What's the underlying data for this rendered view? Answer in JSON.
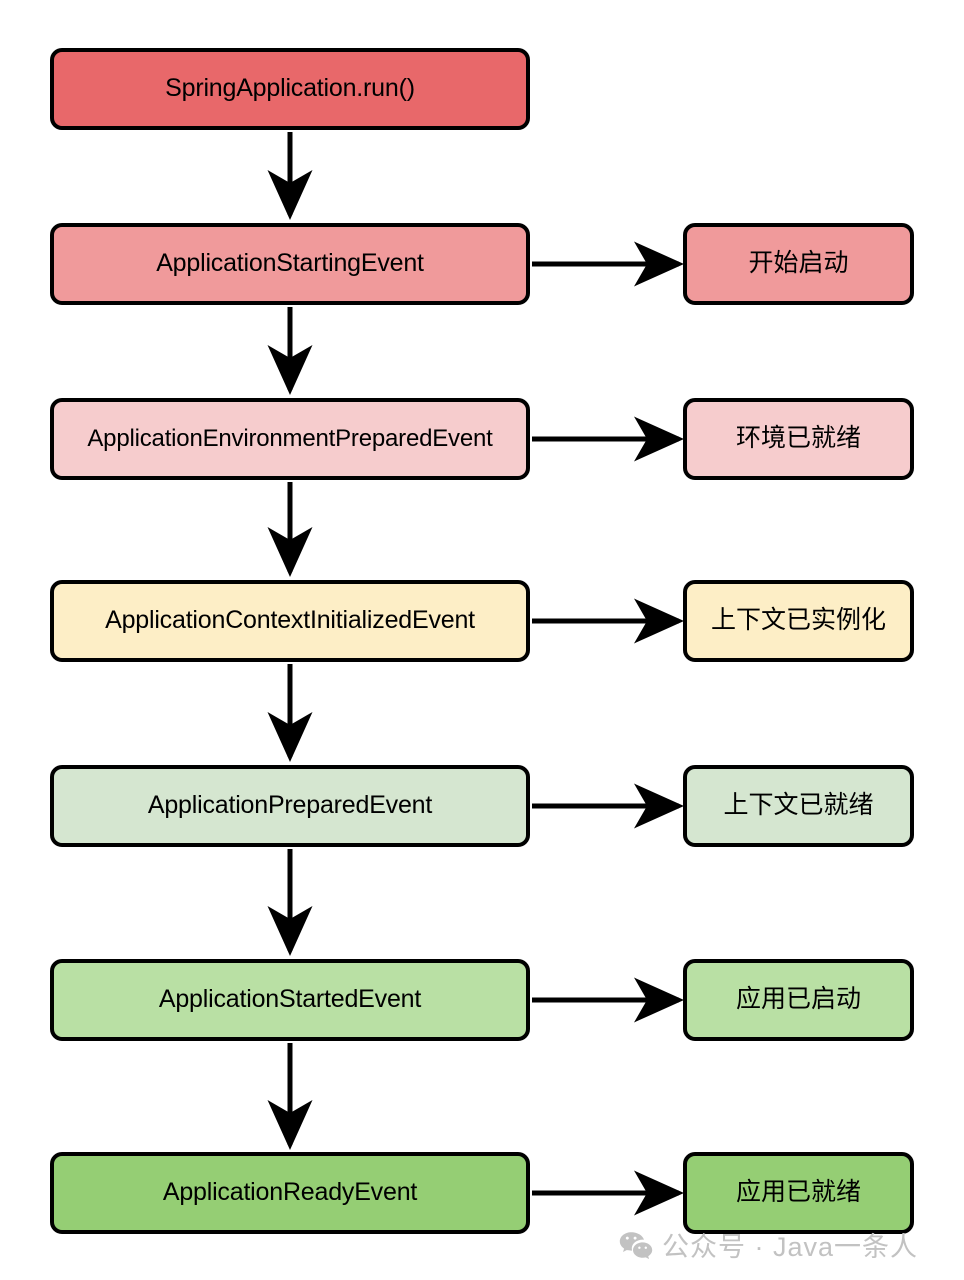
{
  "diagram": {
    "type": "flowchart",
    "orientation": "top-to-bottom",
    "title_node": {
      "id": "spring-application-run",
      "label": "SpringApplication.run()",
      "color": "#e8686a"
    },
    "rows": [
      {
        "id": "application-starting-event",
        "event_label": "ApplicationStartingEvent",
        "description_label": "开始启动",
        "color": "#f09a9b"
      },
      {
        "id": "application-environment-prepared-event",
        "event_label": "ApplicationEnvironmentPreparedEvent",
        "description_label": "环境已就绪",
        "color": "#f6cccd"
      },
      {
        "id": "application-context-initialized-event",
        "event_label": "ApplicationContextInitializedEvent",
        "description_label": "上下文已实例化",
        "color": "#fdeec6"
      },
      {
        "id": "application-prepared-event",
        "event_label": "ApplicationPreparedEvent",
        "description_label": "上下文已就绪",
        "color": "#d5e6d0"
      },
      {
        "id": "application-started-event",
        "event_label": "ApplicationStartedEvent",
        "description_label": "应用已启动",
        "color": "#b9e0a4"
      },
      {
        "id": "application-ready-event",
        "event_label": "ApplicationReadyEvent",
        "description_label": "应用已就绪",
        "color": "#95ce74"
      }
    ],
    "edge_color": "#000000",
    "border_color": "#000000",
    "background_color": "#ffffff"
  },
  "watermark": {
    "icon": "wechat-icon",
    "text": "公众号 · Java一条人",
    "color": "#c2c2c2"
  }
}
